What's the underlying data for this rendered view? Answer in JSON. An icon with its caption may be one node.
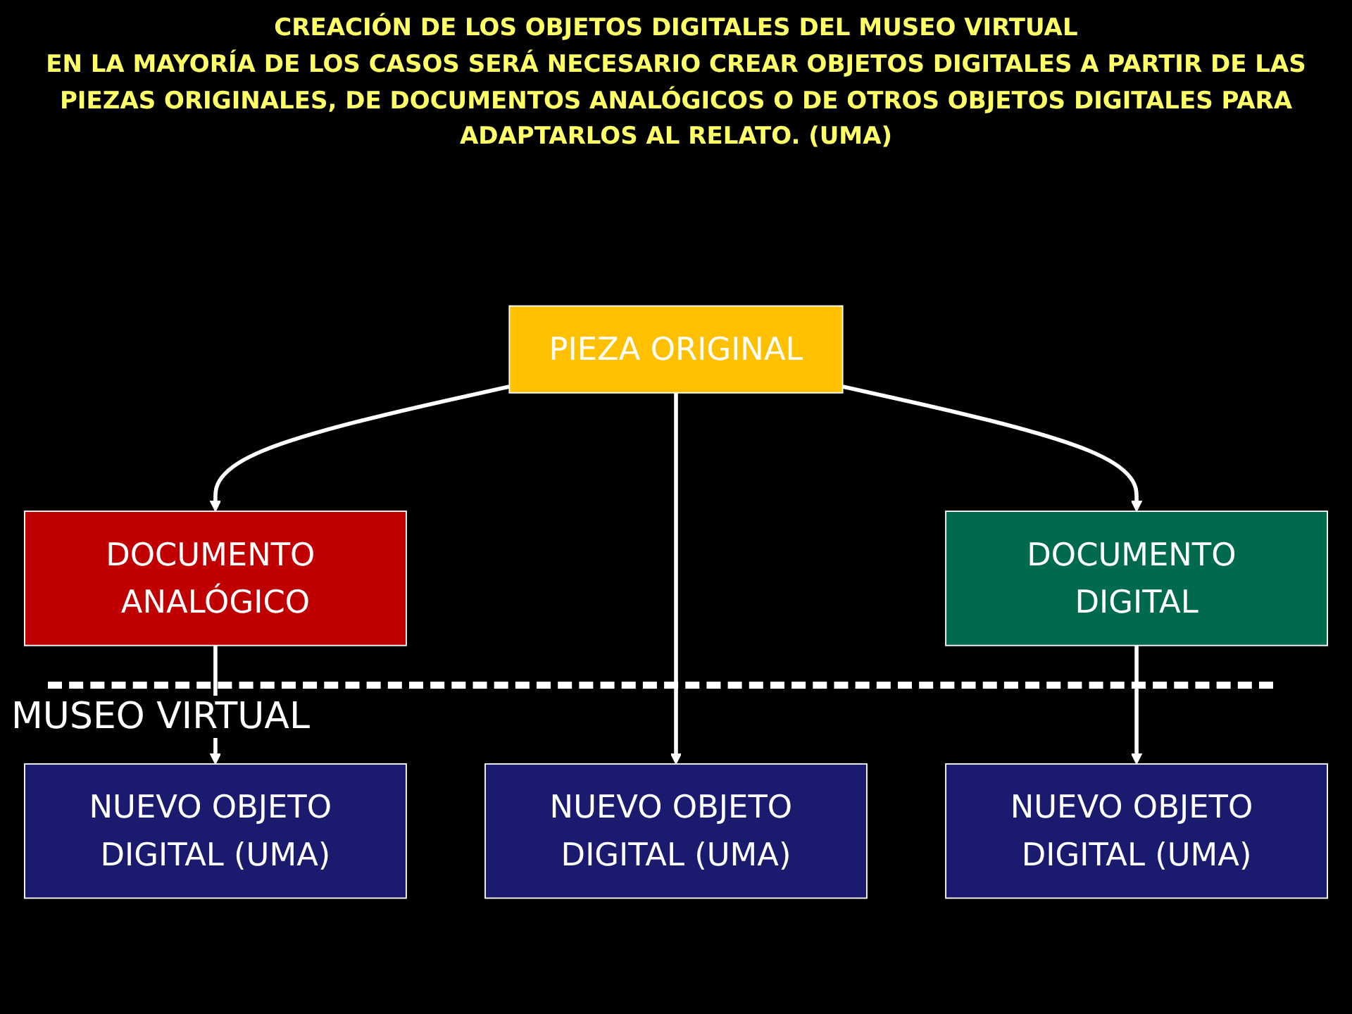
{
  "diagram": {
    "title": "CREACIÓN DE LOS OBJETOS DIGITALES DEL MUSEO VIRTUAL",
    "nodes": [
      {
        "text": [
          "PIEZA ORIGINAL"
        ]
      },
      {
        "text": [
          "DOCUMENTO ANALÓGICO"
        ]
      },
      {
        "text": [
          "DOCUMENTO DIGITAL"
        ]
      },
      {
        "text": [
          "NUEVO OBJETO DIGITAL (UMA)"
        ]
      },
      {
        "text": [
          "NUEVO OBJETO DIGITAL (UMA)"
        ]
      },
      {
        "text": [
          "NUEVO OBJETO DIGITAL (UMA)"
        ]
      }
    ],
    "edges": [
      {
        "from": 0,
        "to": 1,
        "arrow": "to"
      },
      {
        "from": 0,
        "to": 4,
        "arrow": "to"
      },
      {
        "from": 0,
        "to": 2,
        "arrow": "to"
      },
      {
        "from": 1,
        "to": 3,
        "arrow": "to"
      },
      {
        "from": 2,
        "to": 5,
        "arrow": "to"
      }
    ],
    "labels": [
      "EN LA MAYORÍA DE LOS CASOS SERÁ NECESARIO CREAR OBJETOS DIGITALES A PARTIR DE LAS PIEZAS ORIGINALES, DE DOCUMENTOS ANALÓGICOS O DE OTROS OBJETOS DIGITALES PARA ADAPTARLOS AL RELATO. (UMA)",
      "MUSEO VIRTUAL"
    ]
  }
}
